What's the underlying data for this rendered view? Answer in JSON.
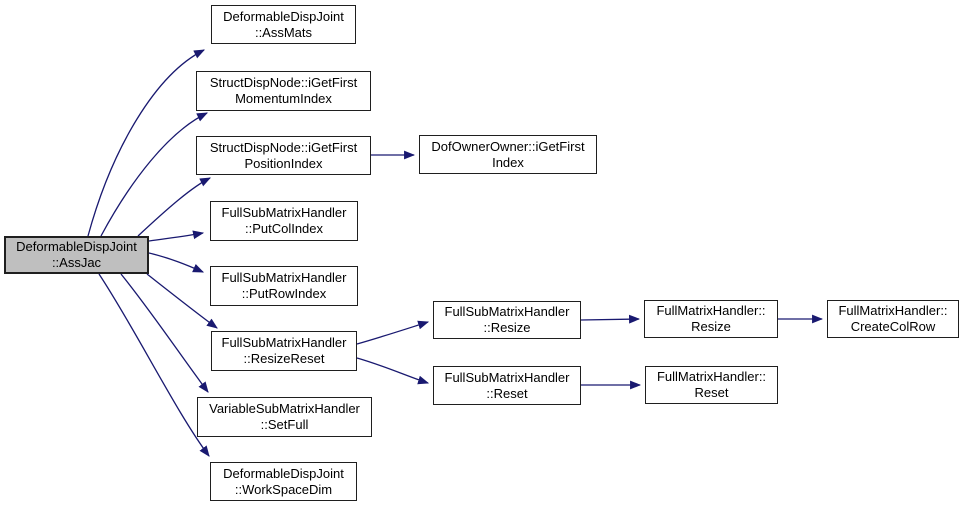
{
  "diagram": {
    "type": "call-graph",
    "root": "DeformableDispJoint::AssJac",
    "colors": {
      "background": "#ffffff",
      "arrow": "#191970",
      "node_fill": "#ffffff",
      "node_border": "#000000",
      "highlight_fill": "#bfbfbf",
      "text": "#000000"
    },
    "nodes": {
      "assjac": {
        "line1": "DeformableDispJoint",
        "line2": "::AssJac",
        "highlighted": true
      },
      "assmats": {
        "line1": "DeformableDispJoint",
        "line2": "::AssMats"
      },
      "momentum": {
        "line1": "StructDispNode::iGetFirst",
        "line2": "MomentumIndex"
      },
      "position": {
        "line1": "StructDispNode::iGetFirst",
        "line2": "PositionIndex"
      },
      "dofowner": {
        "line1": "DofOwnerOwner::iGetFirst",
        "line2": "Index"
      },
      "putcol": {
        "line1": "FullSubMatrixHandler",
        "line2": "::PutColIndex"
      },
      "putrow": {
        "line1": "FullSubMatrixHandler",
        "line2": "::PutRowIndex"
      },
      "resizereset": {
        "line1": "FullSubMatrixHandler",
        "line2": "::ResizeReset"
      },
      "setfull": {
        "line1": "VariableSubMatrixHandler",
        "line2": "::SetFull"
      },
      "workspacedim": {
        "line1": "DeformableDispJoint",
        "line2": "::WorkSpaceDim"
      },
      "subresize": {
        "line1": "FullSubMatrixHandler",
        "line2": "::Resize"
      },
      "subreset": {
        "line1": "FullSubMatrixHandler",
        "line2": "::Reset"
      },
      "fullresize": {
        "line1": "FullMatrixHandler::",
        "line2": "Resize"
      },
      "fullreset": {
        "line1": "FullMatrixHandler::",
        "line2": "Reset"
      },
      "createcolrow": {
        "line1": "FullMatrixHandler::",
        "line2": "CreateColRow"
      }
    },
    "edges": [
      {
        "from": "DeformableDispJoint::AssJac",
        "to": "DeformableDispJoint::AssMats"
      },
      {
        "from": "DeformableDispJoint::AssJac",
        "to": "StructDispNode::iGetFirstMomentumIndex"
      },
      {
        "from": "DeformableDispJoint::AssJac",
        "to": "StructDispNode::iGetFirstPositionIndex"
      },
      {
        "from": "DeformableDispJoint::AssJac",
        "to": "FullSubMatrixHandler::PutColIndex"
      },
      {
        "from": "DeformableDispJoint::AssJac",
        "to": "FullSubMatrixHandler::PutRowIndex"
      },
      {
        "from": "DeformableDispJoint::AssJac",
        "to": "FullSubMatrixHandler::ResizeReset"
      },
      {
        "from": "DeformableDispJoint::AssJac",
        "to": "VariableSubMatrixHandler::SetFull"
      },
      {
        "from": "DeformableDispJoint::AssJac",
        "to": "DeformableDispJoint::WorkSpaceDim"
      },
      {
        "from": "StructDispNode::iGetFirstPositionIndex",
        "to": "DofOwnerOwner::iGetFirstIndex"
      },
      {
        "from": "FullSubMatrixHandler::ResizeReset",
        "to": "FullSubMatrixHandler::Resize"
      },
      {
        "from": "FullSubMatrixHandler::ResizeReset",
        "to": "FullSubMatrixHandler::Reset"
      },
      {
        "from": "FullSubMatrixHandler::Resize",
        "to": "FullMatrixHandler::Resize"
      },
      {
        "from": "FullSubMatrixHandler::Reset",
        "to": "FullMatrixHandler::Reset"
      },
      {
        "from": "FullMatrixHandler::Resize",
        "to": "FullMatrixHandler::CreateColRow"
      }
    ]
  }
}
